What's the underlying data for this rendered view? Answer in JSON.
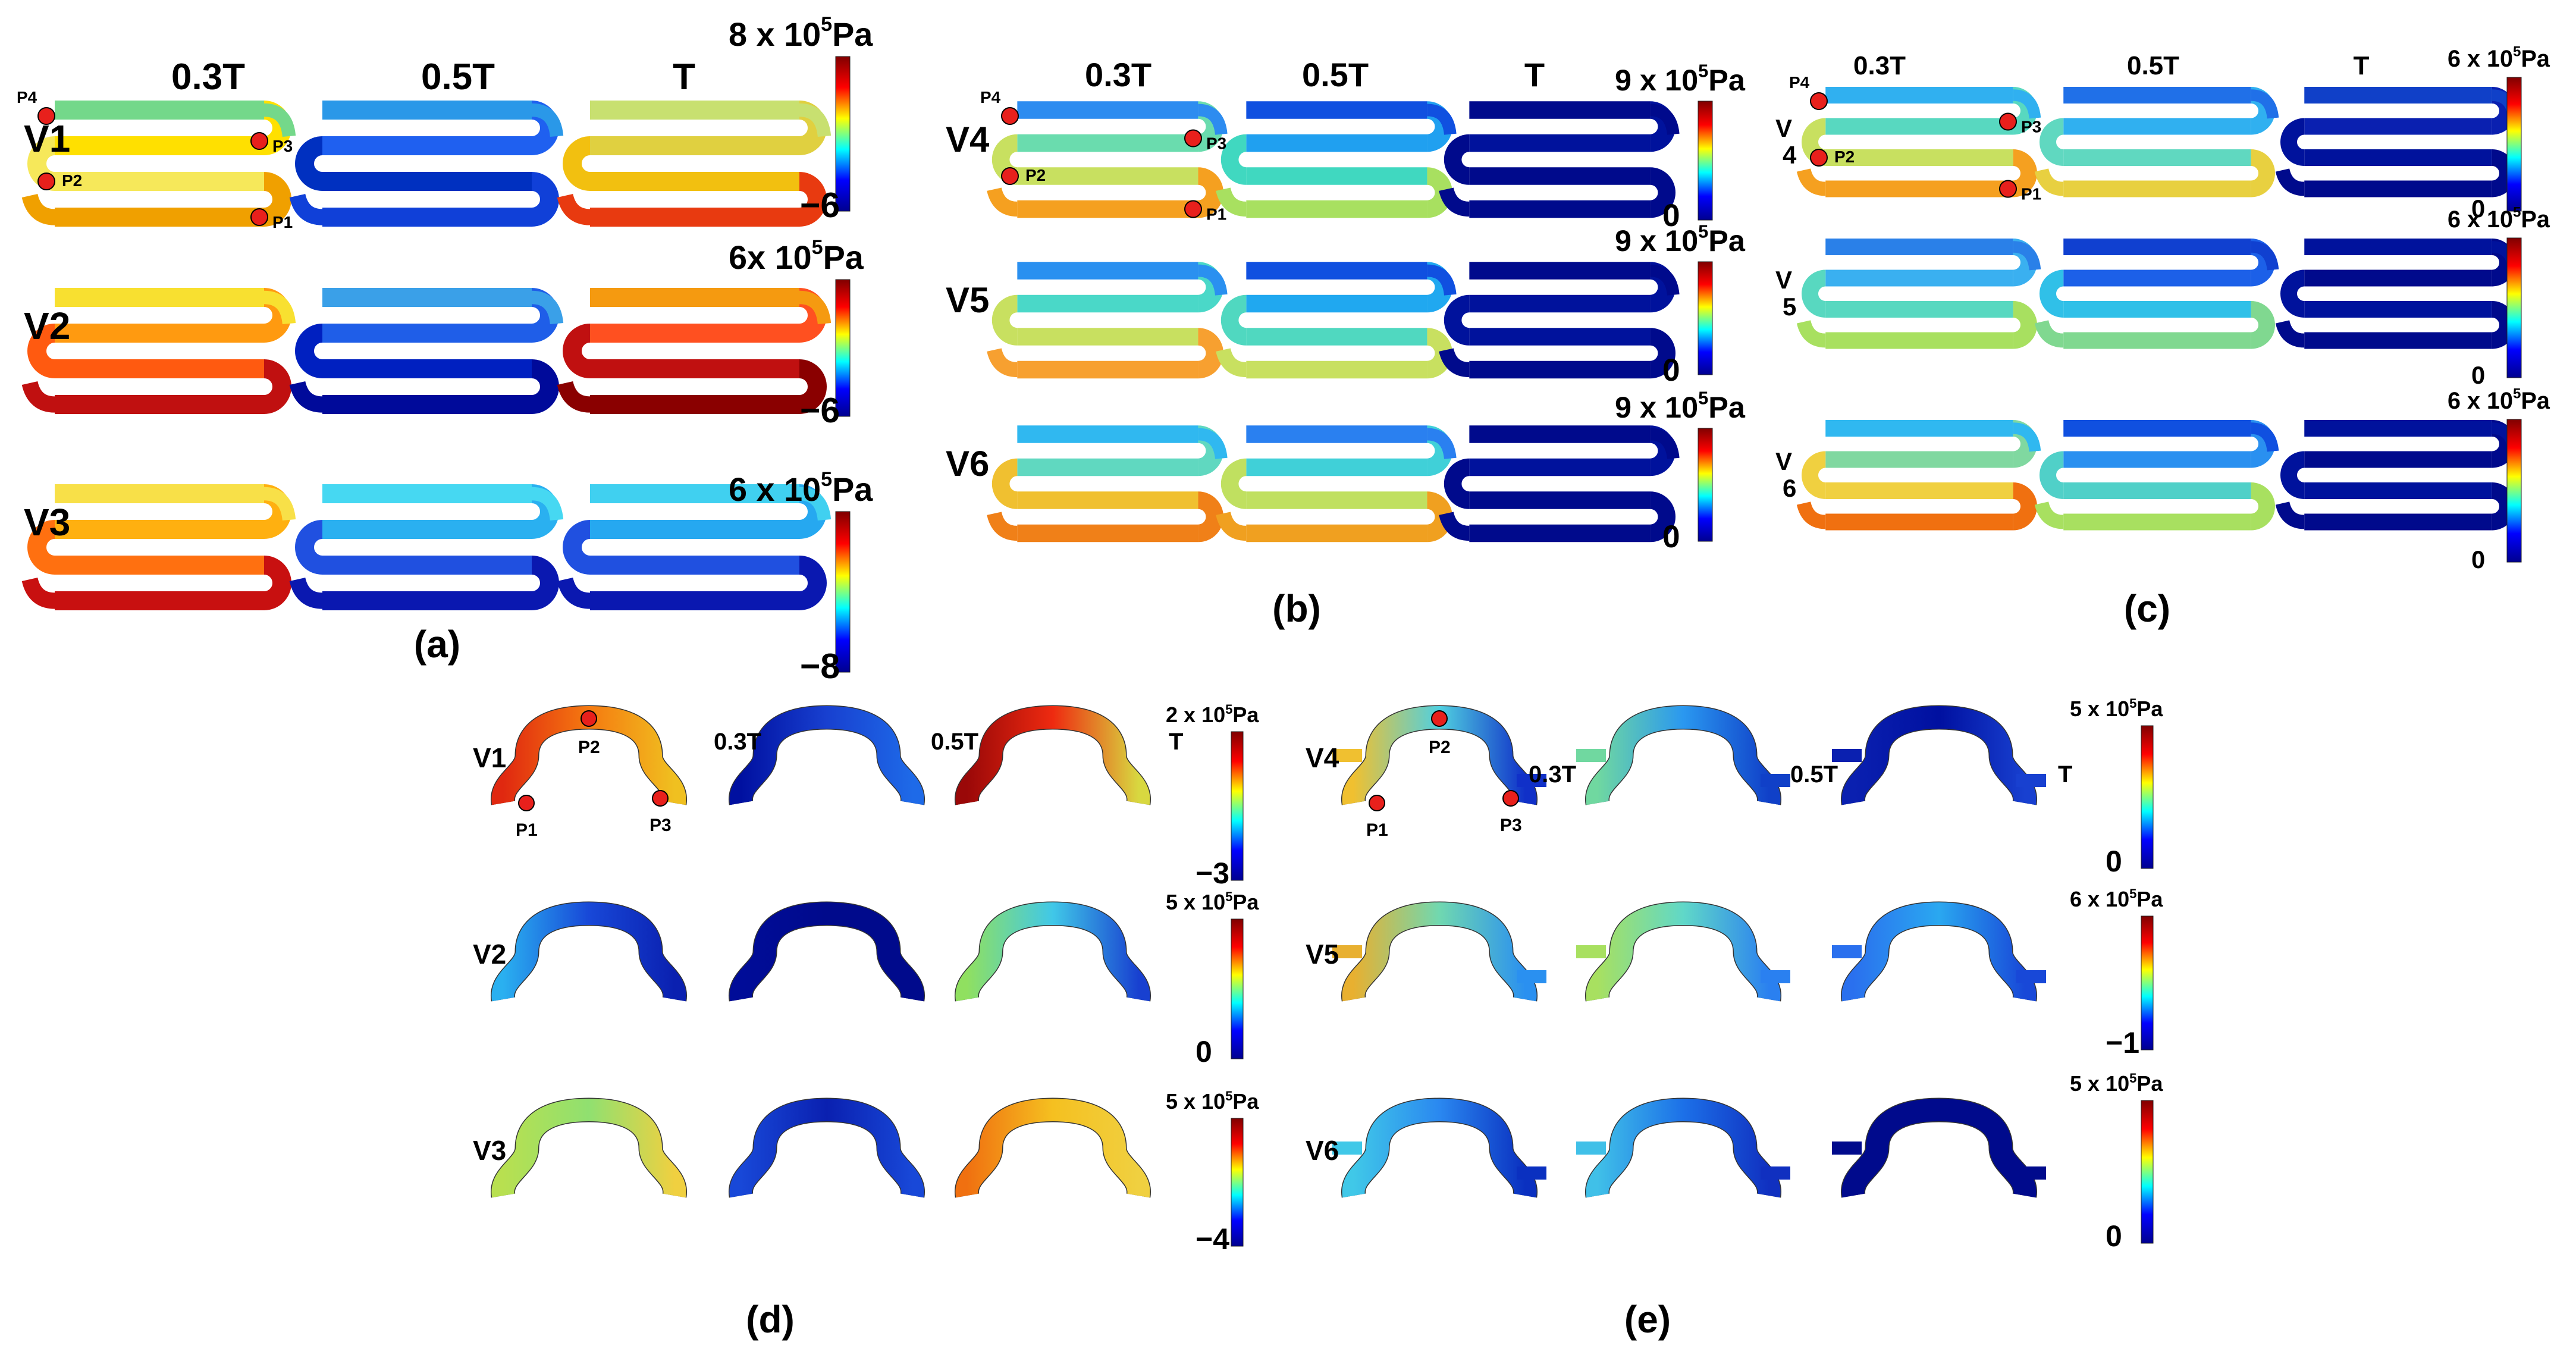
{
  "figure": {
    "panels": [
      {
        "id": "a",
        "label": "(a)",
        "shape": "meander",
        "time_labels": [
          "0.3T",
          "0.5T",
          "T"
        ],
        "point_labels": [
          "P1",
          "P2",
          "P3",
          "P4"
        ],
        "rows": [
          {
            "velocity": "V1",
            "scale_max": "8 x 10",
            "scale_exp": "5",
            "scale_unit": "Pa",
            "scale_min": "−6",
            "colors": [
              [
                "#f0a000",
                "#f6e85a",
                "#ffe000",
                "#74d88a"
              ],
              [
                "#1040d8",
                "#0030c0",
                "#1f60f0",
                "#2a98e8"
              ],
              [
                "#e83a10",
                "#f2c010",
                "#e0d040",
                "#c8e070"
              ]
            ]
          },
          {
            "velocity": "V2",
            "scale_max": "6x 10",
            "scale_exp": "5",
            "scale_unit": "Pa",
            "scale_min": "−6",
            "colors": [
              [
                "#c01010",
                "#ff5a10",
                "#ff9a10",
                "#f8e030"
              ],
              [
                "#000a9a",
                "#0020c0",
                "#1f5ee8",
                "#3aa0e8"
              ],
              [
                "#8a0000",
                "#c01010",
                "#ff5020",
                "#f59a10"
              ]
            ]
          },
          {
            "velocity": "V3",
            "scale_max": "6 x 10",
            "scale_exp": "5",
            "scale_unit": "Pa",
            "scale_min": "−8",
            "colors": [
              [
                "#c81010",
                "#ff7010",
                "#ffb010",
                "#f8e048"
              ],
              [
                "#0a18b0",
                "#2050e0",
                "#2ab0f0",
                "#46d8f2"
              ],
              [
                "#0a18b0",
                "#2050e0",
                "#26a8f0",
                "#40d0f0"
              ]
            ]
          }
        ]
      },
      {
        "id": "b",
        "label": "(b)",
        "shape": "meander",
        "time_labels": [
          "0.3T",
          "0.5T",
          "T"
        ],
        "point_labels": [
          "P1",
          "P2",
          "P3",
          "P4"
        ],
        "rows": [
          {
            "velocity": "V4",
            "scale_max": "9 x 10",
            "scale_exp": "5",
            "scale_unit": "Pa",
            "scale_min": "0",
            "colors": [
              [
                "#f5a020",
                "#c8e060",
                "#6adcae",
                "#2d8cf0"
              ],
              [
                "#a8e060",
                "#40d8c0",
                "#20a0f0",
                "#1050e0"
              ],
              [
                "#000a8c",
                "#000a8c",
                "#00129c",
                "#000a8c"
              ]
            ]
          },
          {
            "velocity": "V5",
            "scale_max": "9 x 10",
            "scale_exp": "5",
            "scale_unit": "Pa",
            "scale_min": "0",
            "colors": [
              [
                "#f7a030",
                "#c8e060",
                "#4ad8c8",
                "#2a90f0"
              ],
              [
                "#c8e060",
                "#50d8c0",
                "#20a8f0",
                "#1050e0"
              ],
              [
                "#000a8c",
                "#00129c",
                "#00129c",
                "#000a8c"
              ]
            ]
          },
          {
            "velocity": "V6",
            "scale_max": "9 x 10",
            "scale_exp": "5",
            "scale_unit": "Pa",
            "scale_min": "0",
            "colors": [
              [
                "#f08018",
                "#f0c030",
                "#60d8c0",
                "#30b8f0"
              ],
              [
                "#f0a020",
                "#c0e060",
                "#40d0d8",
                "#2a80f0"
              ],
              [
                "#000a8c",
                "#000a8c",
                "#00129c",
                "#000a8c"
              ]
            ]
          }
        ]
      },
      {
        "id": "c",
        "label": "(c)",
        "shape": "meander",
        "time_labels": [
          "0.3T",
          "0.5T",
          "T"
        ],
        "point_labels": [
          "P1",
          "P2",
          "P3",
          "P4"
        ],
        "rows": [
          {
            "velocity": "V",
            "velocity_sub": "4",
            "scale_max": "6 x 10",
            "scale_exp": "5",
            "scale_unit": "Pa",
            "scale_min": "0",
            "colors": [
              [
                "#f5a020",
                "#c8e060",
                "#58d8c0",
                "#30b0f0"
              ],
              [
                "#e8d040",
                "#60d8c0",
                "#30b0f0",
                "#2070e8"
              ],
              [
                "#000a8c",
                "#00129c",
                "#0a20b0",
                "#1040c8"
              ]
            ]
          },
          {
            "velocity": "V",
            "velocity_sub": "5",
            "scale_max": "6 x 10",
            "scale_exp": "5",
            "scale_unit": "Pa",
            "scale_min": "0",
            "colors": [
              [
                "#a8e060",
                "#58d8c0",
                "#3ab0f0",
                "#2a80e8"
              ],
              [
                "#80d890",
                "#30c0e8",
                "#1c60e8",
                "#1040d0"
              ],
              [
                "#000a8c",
                "#00129c",
                "#000a8c",
                "#00129c"
              ]
            ]
          },
          {
            "velocity": "V",
            "velocity_sub": "6",
            "scale_max": "6 x 10",
            "scale_exp": "5",
            "scale_unit": "Pa",
            "scale_min": "0",
            "colors": [
              [
                "#f07010",
                "#f0d040",
                "#80d8a0",
                "#30b8f0"
              ],
              [
                "#a8e060",
                "#50d0c8",
                "#2a90f0",
                "#1050e0"
              ],
              [
                "#000a8c",
                "#00129c",
                "#000a8c",
                "#00129c"
              ]
            ]
          }
        ]
      },
      {
        "id": "d",
        "label": "(d)",
        "shape": "omega",
        "time_labels": [
          "0.3T",
          "0.5T",
          "T"
        ],
        "point_labels": [
          "P1",
          "P2",
          "P3"
        ],
        "rows": [
          {
            "velocity": "V1",
            "scale_max": "2 x 10",
            "scale_exp": "5",
            "scale_unit": "Pa",
            "scale_min": "−3",
            "colors": [
              [
                "#e02810",
                "#f57a10",
                "#f0c020"
              ],
              [
                "#0010a0",
                "#1840d0",
                "#1e6ae8"
              ],
              [
                "#9a0808",
                "#ee2a10",
                "#d8d840"
              ]
            ]
          },
          {
            "velocity": "V2",
            "scale_max": "5 x 10",
            "scale_exp": "5",
            "scale_unit": "Pa",
            "scale_min": "0",
            "colors": [
              [
                "#2ab0f0",
                "#1848d8",
                "#0a20b0"
              ],
              [
                "#000c98",
                "#000a8c",
                "#000a8c"
              ],
              [
                "#90e060",
                "#40c8e8",
                "#1840d0"
              ]
            ]
          },
          {
            "velocity": "V3",
            "scale_max": "5 x 10",
            "scale_exp": "5",
            "scale_unit": "Pa",
            "scale_min": "−4",
            "colors": [
              [
                "#b8e050",
                "#90e070",
                "#f0d040"
              ],
              [
                "#1848d8",
                "#0a20b0",
                "#1848d8"
              ],
              [
                "#f07010",
                "#f5c020",
                "#f0d040"
              ]
            ]
          }
        ]
      },
      {
        "id": "e",
        "label": "(e)",
        "shape": "omega",
        "time_labels": [
          "0.3T",
          "0.5T",
          "T"
        ],
        "point_labels": [
          "P1",
          "P2",
          "P3"
        ],
        "rows": [
          {
            "velocity": "V4",
            "scale_max": "5 x 10",
            "scale_exp": "5",
            "scale_unit": "Pa",
            "scale_min": "0",
            "colors": [
              [
                "#f0c030",
                "#50d0e0",
                "#1030c8"
              ],
              [
                "#70d8a0",
                "#2a98f0",
                "#1040c8"
              ],
              [
                "#0a20b0",
                "#0010a0",
                "#1840d0"
              ]
            ]
          },
          {
            "velocity": "V5",
            "scale_max": "6 x 10",
            "scale_exp": "5",
            "scale_unit": "Pa",
            "scale_min": "−1",
            "colors": [
              [
                "#e8b030",
                "#70d8b0",
                "#2a90f0"
              ],
              [
                "#a8e060",
                "#60d8c8",
                "#2a80f0"
              ],
              [
                "#2a70ee",
                "#2aa8f0",
                "#1848d8"
              ]
            ]
          },
          {
            "velocity": "V6",
            "scale_max": "5 x 10",
            "scale_exp": "5",
            "scale_unit": "Pa",
            "scale_min": "0",
            "colors": [
              [
                "#40c8e8",
                "#2a88f0",
                "#0a30c0"
              ],
              [
                "#40c0e8",
                "#1c70e8",
                "#1030c0"
              ],
              [
                "#000a8c",
                "#000a8c",
                "#000a8c"
              ]
            ]
          }
        ]
      }
    ],
    "colormap": [
      "#00008f",
      "#0000ff",
      "#00ffff",
      "#ffff00",
      "#ff0000",
      "#800000"
    ]
  }
}
